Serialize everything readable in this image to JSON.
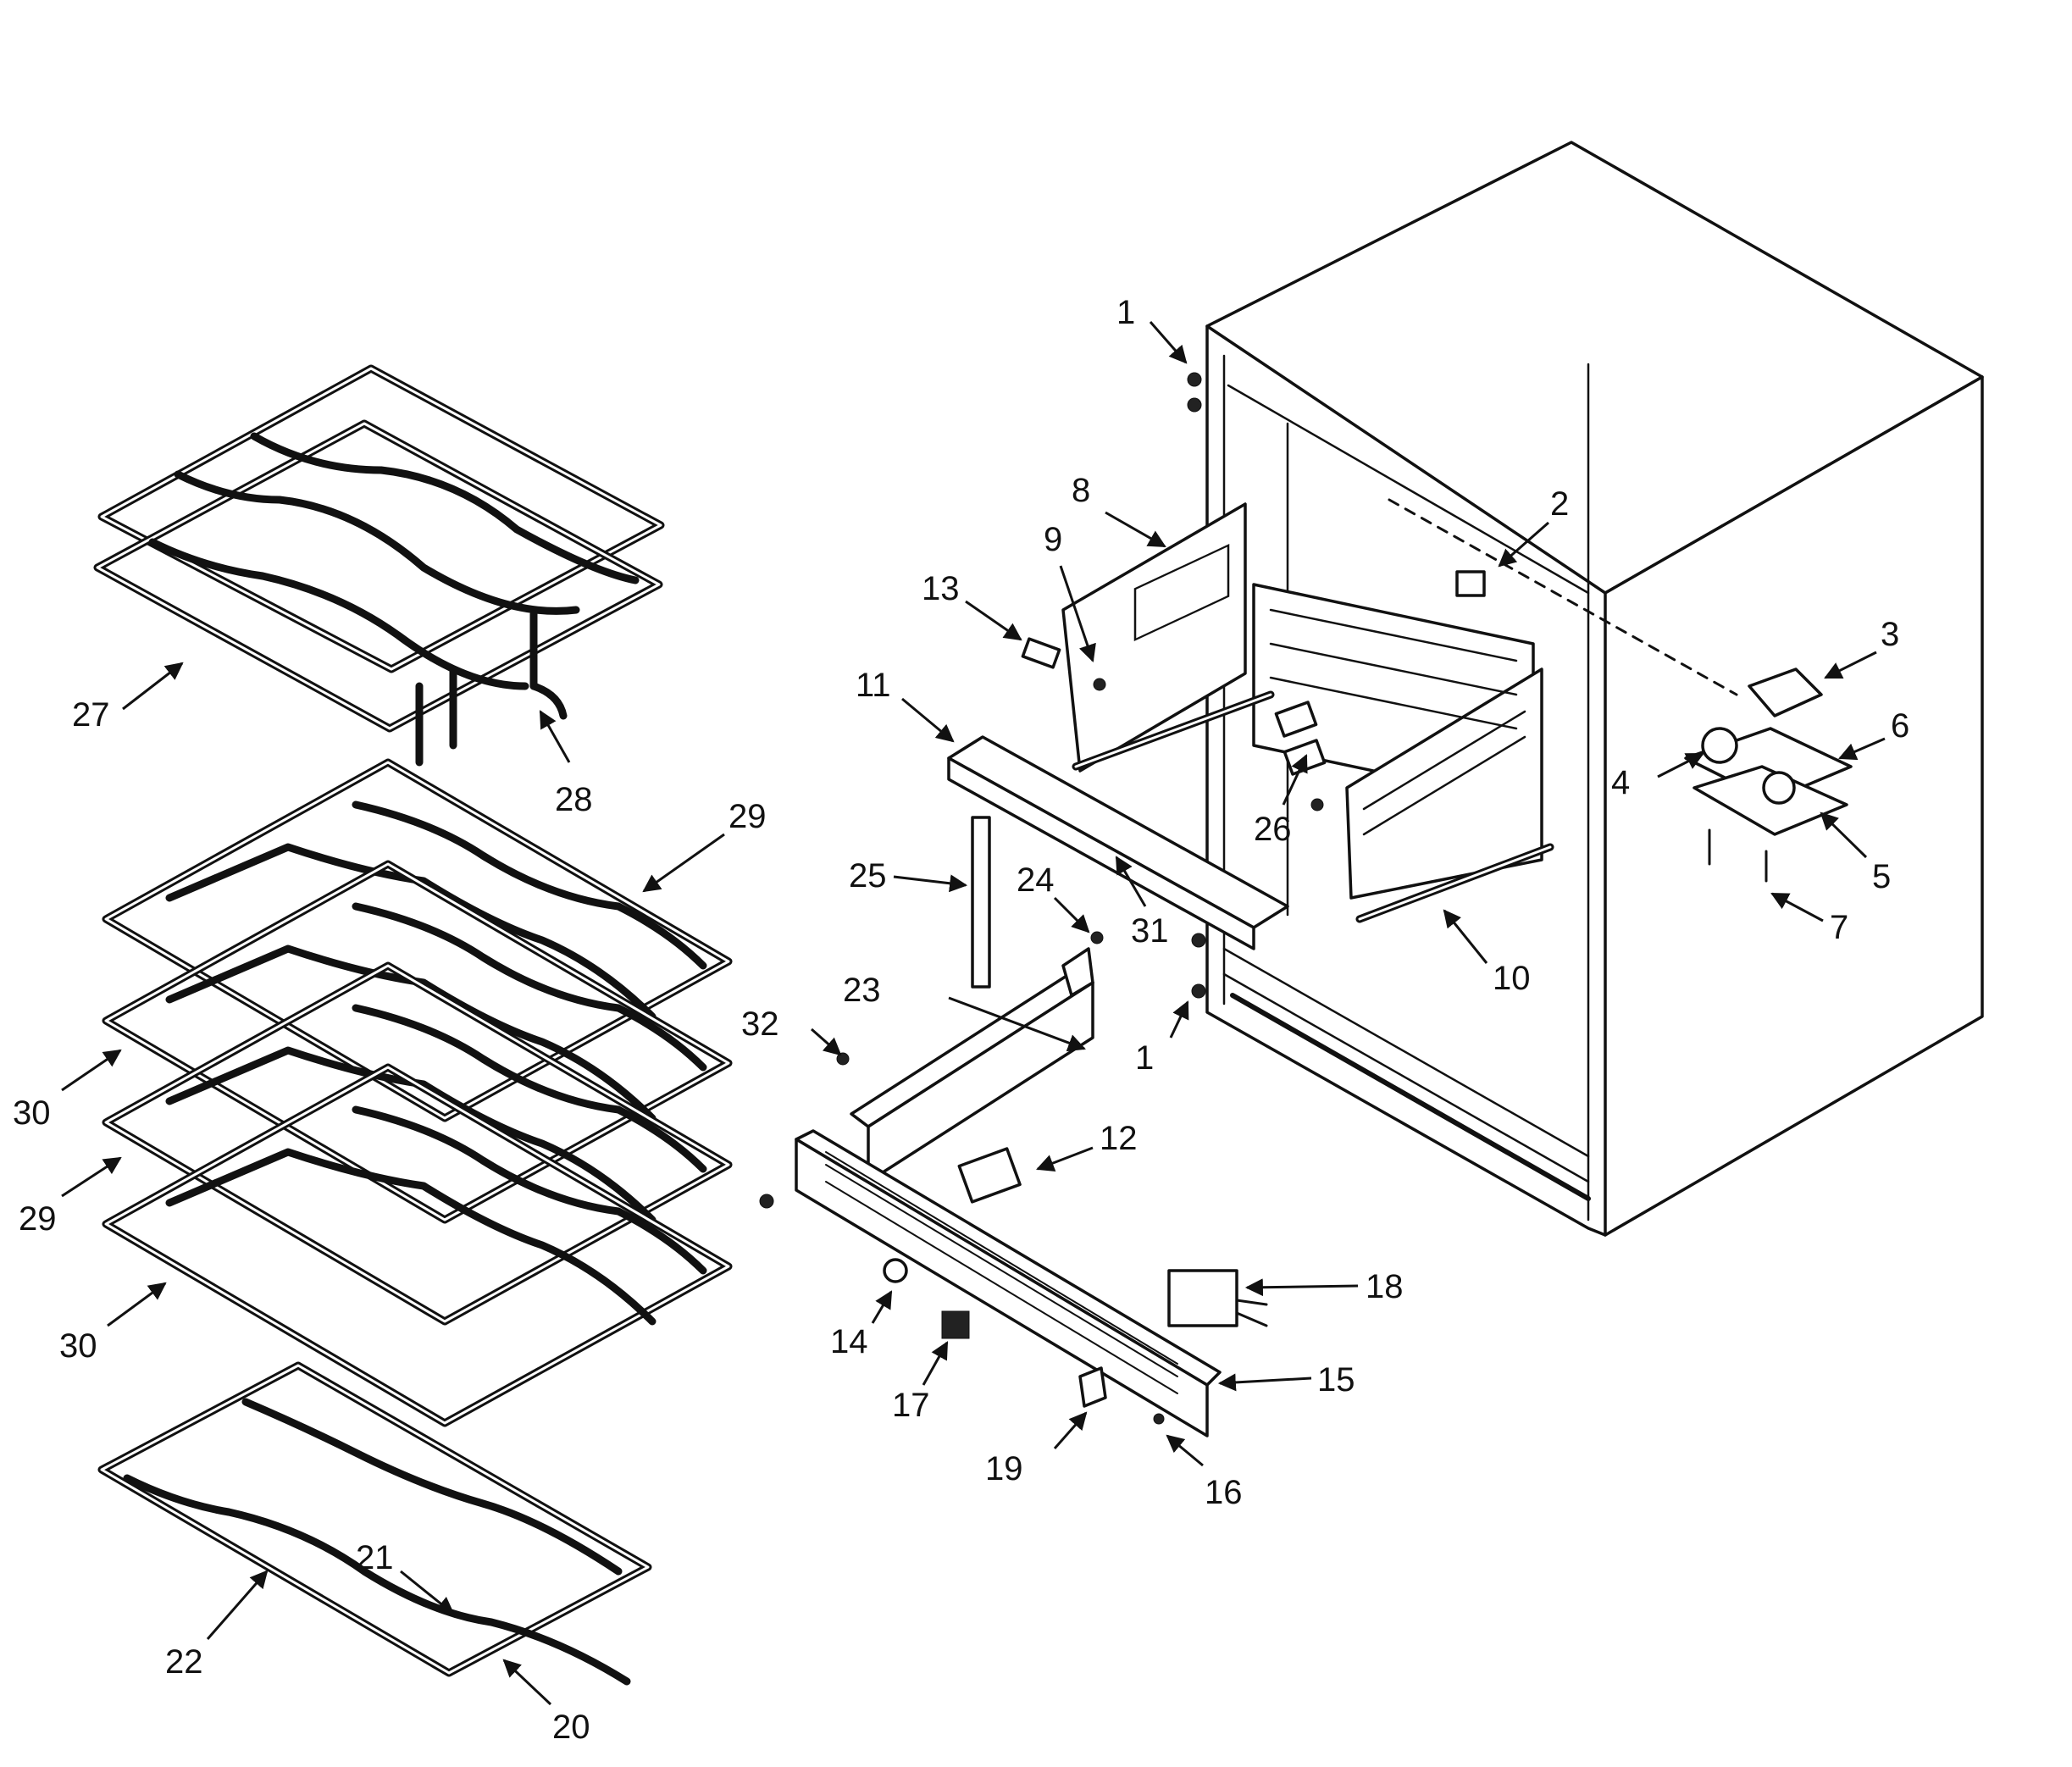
{
  "callouts": [
    {
      "id": "c1a",
      "text": "1"
    },
    {
      "id": "c1b",
      "text": "1"
    },
    {
      "id": "c2",
      "text": "2"
    },
    {
      "id": "c3",
      "text": "3"
    },
    {
      "id": "c4",
      "text": "4"
    },
    {
      "id": "c5",
      "text": "5"
    },
    {
      "id": "c6",
      "text": "6"
    },
    {
      "id": "c7",
      "text": "7"
    },
    {
      "id": "c8",
      "text": "8"
    },
    {
      "id": "c9",
      "text": "9"
    },
    {
      "id": "c10",
      "text": "10"
    },
    {
      "id": "c11",
      "text": "11"
    },
    {
      "id": "c12",
      "text": "12"
    },
    {
      "id": "c13",
      "text": "13"
    },
    {
      "id": "c14",
      "text": "14"
    },
    {
      "id": "c15",
      "text": "15"
    },
    {
      "id": "c16",
      "text": "16"
    },
    {
      "id": "c17",
      "text": "17"
    },
    {
      "id": "c18",
      "text": "18"
    },
    {
      "id": "c19",
      "text": "19"
    },
    {
      "id": "c20",
      "text": "20"
    },
    {
      "id": "c21",
      "text": "21"
    },
    {
      "id": "c22",
      "text": "22"
    },
    {
      "id": "c23",
      "text": "23"
    },
    {
      "id": "c24",
      "text": "24"
    },
    {
      "id": "c25",
      "text": "25"
    },
    {
      "id": "c26",
      "text": "26"
    },
    {
      "id": "c27",
      "text": "27"
    },
    {
      "id": "c28",
      "text": "28"
    },
    {
      "id": "c29a",
      "text": "29"
    },
    {
      "id": "c29b",
      "text": "29"
    },
    {
      "id": "c30a",
      "text": "30"
    },
    {
      "id": "c30b",
      "text": "30"
    },
    {
      "id": "c31",
      "text": "31"
    },
    {
      "id": "c32",
      "text": "32"
    }
  ]
}
